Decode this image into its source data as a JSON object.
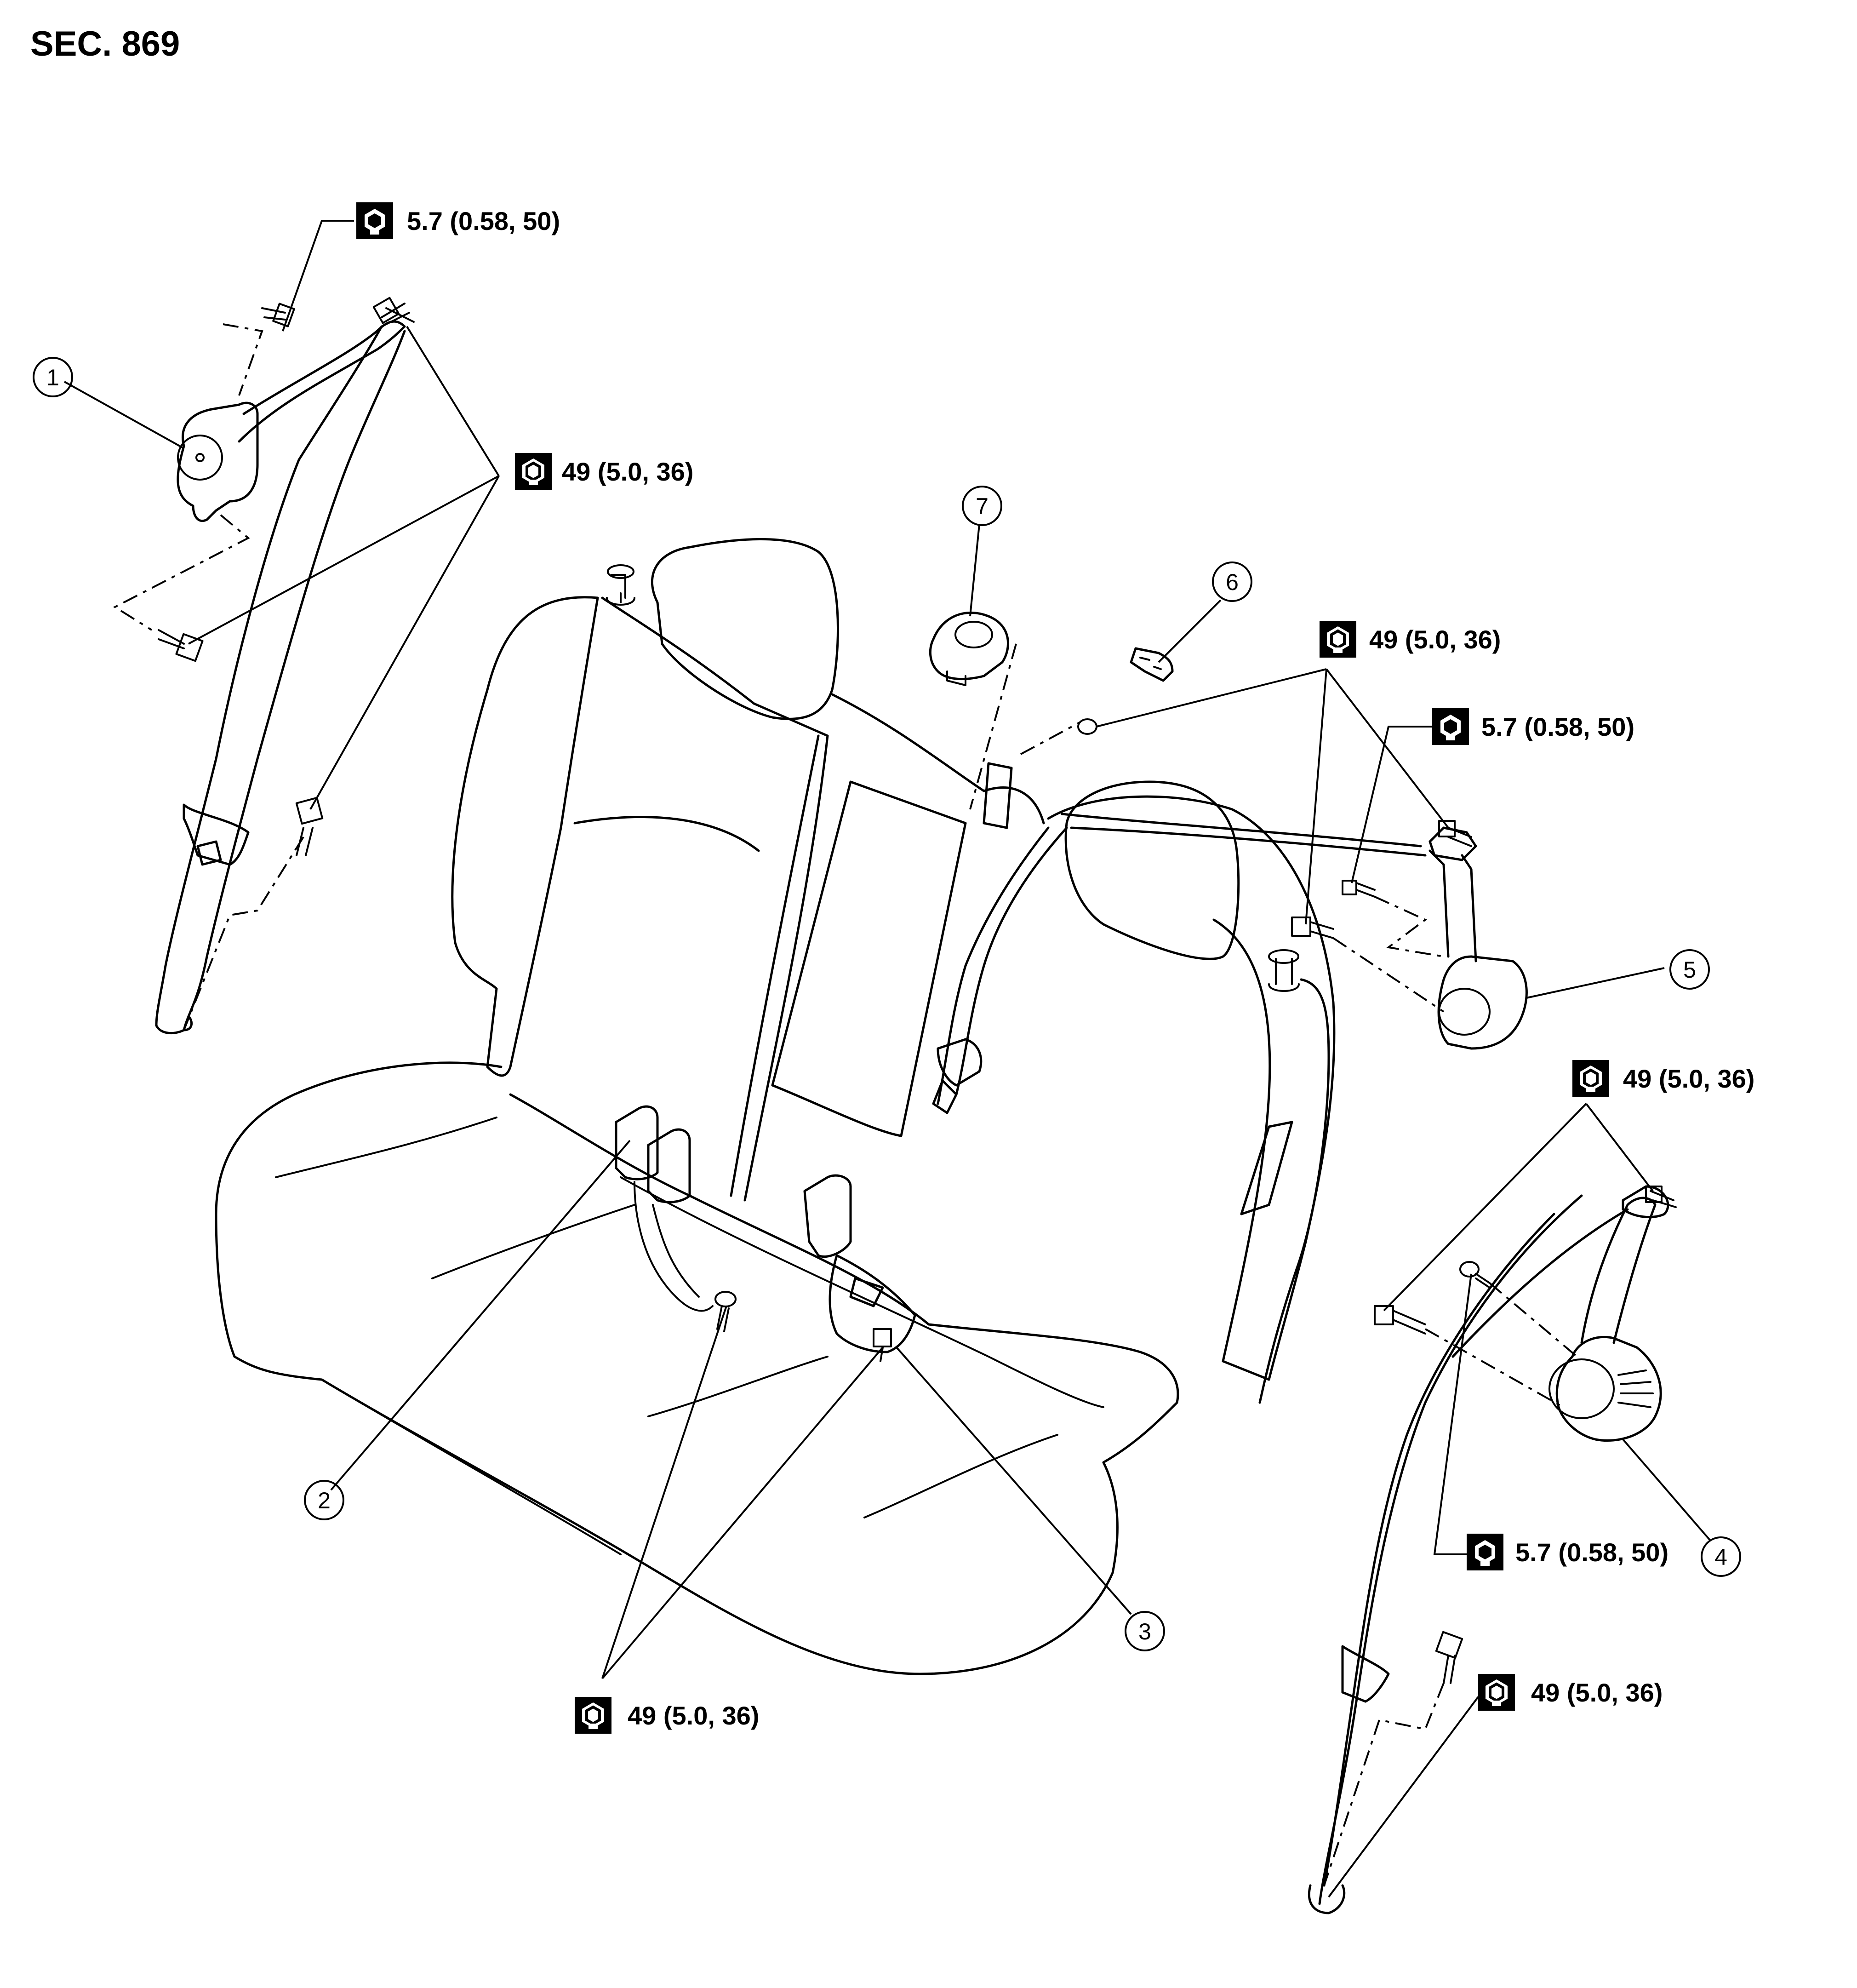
{
  "section_label": "SEC. 869",
  "icons": {
    "bolt_torque": "bolt-torque-wrench-icon",
    "nut_torque": "nut-torque-wrench-icon"
  },
  "torque_specs": {
    "t_upper_left_small": "5.7 (0.58, 50)",
    "t_upper_left_large": "49 (5.0, 36)",
    "t_center_right_large": "49 (5.0, 36)",
    "t_center_right_small": "5.7 (0.58, 50)",
    "t_right_large_upper": "49 (5.0, 36)",
    "t_right_small": "5.7 (0.58, 50)",
    "t_right_large_lower": "49 (5.0, 36)",
    "t_bottom_center": "49 (5.0, 36)"
  },
  "callouts": {
    "c1": "1",
    "c2": "2",
    "c3": "3",
    "c4": "4",
    "c5": "5",
    "c6": "6",
    "c7": "7"
  }
}
